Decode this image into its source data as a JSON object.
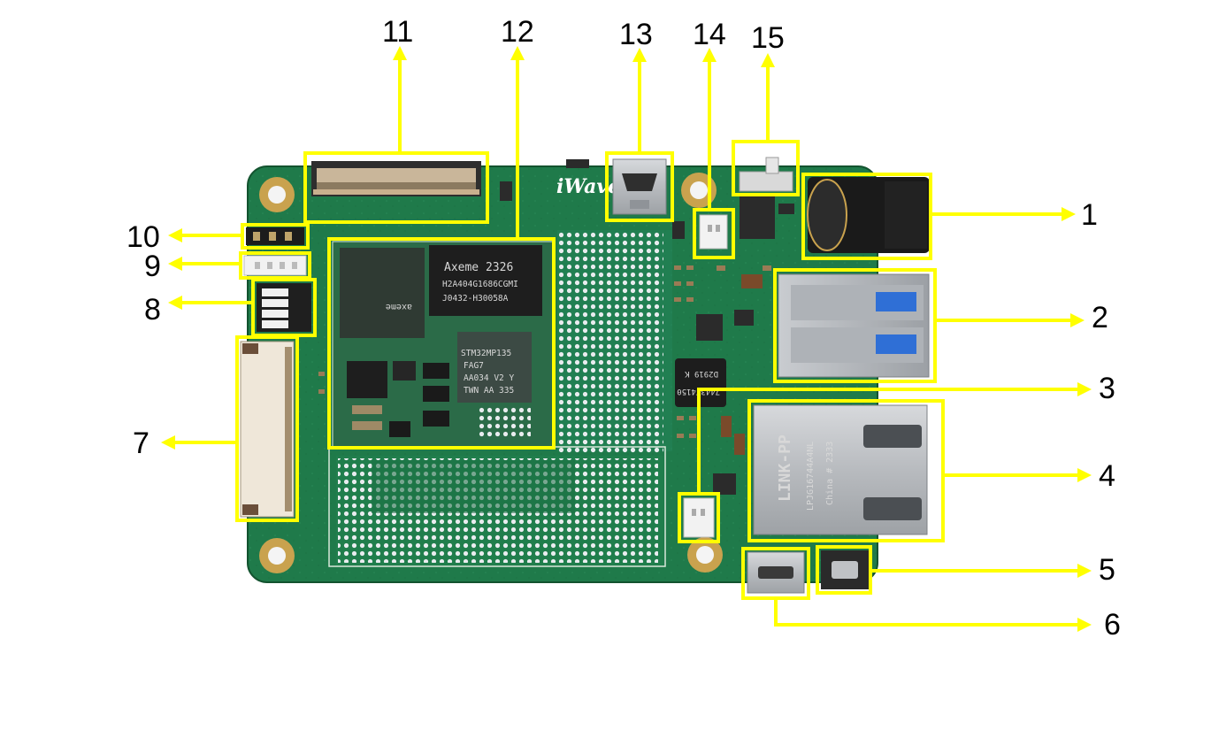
{
  "colors": {
    "pcb": "#1f7a4a",
    "pcb_dark": "#155c36",
    "highlight": "#ffff00",
    "label": "#000000"
  },
  "board": {
    "brand": "iWave",
    "main_module": {
      "chip1_lines": [
        "Axeme 2326",
        "H2A404G1686CGMI",
        "J0432-H30058A"
      ],
      "chip2_lines": [
        "axeme"
      ],
      "soc_lines": [
        "STM32MP135",
        "FAG7",
        "AA034 V2 Y",
        "TWN AA 335"
      ]
    },
    "ethernet_jack_lines": [
      "LINK-PP",
      "LPJG16744A4NL",
      "China # 2333"
    ],
    "small_ic_lines": [
      "7443T4150",
      "D2919 K"
    ]
  },
  "callouts": [
    {
      "id": "1",
      "label": "1"
    },
    {
      "id": "2",
      "label": "2"
    },
    {
      "id": "3",
      "label": "3"
    },
    {
      "id": "4",
      "label": "4"
    },
    {
      "id": "5",
      "label": "5"
    },
    {
      "id": "6",
      "label": "6"
    },
    {
      "id": "7",
      "label": "7"
    },
    {
      "id": "8",
      "label": "8"
    },
    {
      "id": "9",
      "label": "9"
    },
    {
      "id": "10",
      "label": "10"
    },
    {
      "id": "11",
      "label": "11"
    },
    {
      "id": "12",
      "label": "12"
    },
    {
      "id": "13",
      "label": "13"
    },
    {
      "id": "14",
      "label": "14"
    },
    {
      "id": "15",
      "label": "15"
    }
  ]
}
